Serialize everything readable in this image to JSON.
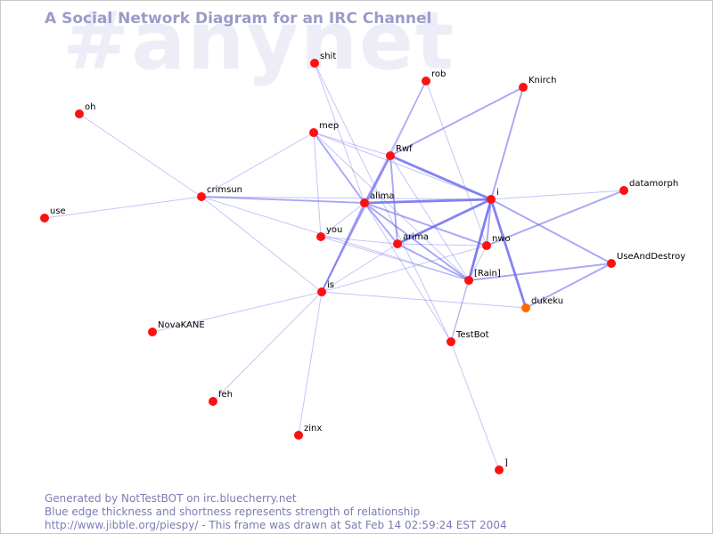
{
  "title": "A Social Network Diagram for an IRC Channel",
  "watermark": "#anynet",
  "colors": {
    "edge": "#6d6df0",
    "node": "#ff1010",
    "node_highlight": "#ff6a00",
    "title": "#9b9bc8",
    "watermark": "#ededf8",
    "footer": "#7c7cb4"
  },
  "footer": {
    "line1": "Generated by NotTestBOT on irc.bluecherry.net",
    "line2": "Blue edge thickness and shortness represents strength of relationship",
    "line3": "http://www.jibble.org/piespy/ - This frame was drawn at Sat Feb 14 02:59:24 EST 2004"
  },
  "nodes": [
    {
      "id": "shit",
      "label": "shit"
    },
    {
      "id": "rob",
      "label": "rob"
    },
    {
      "id": "Knirch",
      "label": "Knirch"
    },
    {
      "id": "oh",
      "label": "oh"
    },
    {
      "id": "mep",
      "label": "mep"
    },
    {
      "id": "Rwf",
      "label": "Rwf"
    },
    {
      "id": "datamorph",
      "label": "datamorph"
    },
    {
      "id": "crimsun",
      "label": "crimsun"
    },
    {
      "id": "alima",
      "label": "alima"
    },
    {
      "id": "i",
      "label": "i"
    },
    {
      "id": "use",
      "label": "use"
    },
    {
      "id": "you",
      "label": "you"
    },
    {
      "id": "arima",
      "label": "arima"
    },
    {
      "id": "nwo",
      "label": "nwo"
    },
    {
      "id": "UseAndDestroy",
      "label": "UseAndDestroy"
    },
    {
      "id": "Rain",
      "label": "[Rain]"
    },
    {
      "id": "is",
      "label": "is"
    },
    {
      "id": "dukeku",
      "label": "dukeku",
      "highlight": true
    },
    {
      "id": "NovaKANE",
      "label": "NovaKANE"
    },
    {
      "id": "TestBot",
      "label": "TestBot"
    },
    {
      "id": "feh",
      "label": "feh"
    },
    {
      "id": "zinx",
      "label": "zinx"
    },
    {
      "id": "J",
      "label": "]"
    }
  ],
  "edges": [
    {
      "source": "oh",
      "target": "crimsun",
      "weight": 1
    },
    {
      "source": "use",
      "target": "crimsun",
      "weight": 1
    },
    {
      "source": "crimsun",
      "target": "mep",
      "weight": 1
    },
    {
      "source": "crimsun",
      "target": "alima",
      "weight": 2
    },
    {
      "source": "crimsun",
      "target": "is",
      "weight": 1
    },
    {
      "source": "crimsun",
      "target": "Rain",
      "weight": 1
    },
    {
      "source": "crimsun",
      "target": "i",
      "weight": 1
    },
    {
      "source": "shit",
      "target": "alima",
      "weight": 1
    },
    {
      "source": "shit",
      "target": "TestBot",
      "weight": 1
    },
    {
      "source": "rob",
      "target": "alima",
      "weight": 1
    },
    {
      "source": "rob",
      "target": "Rwf",
      "weight": 1
    },
    {
      "source": "rob",
      "target": "is",
      "weight": 1
    },
    {
      "source": "rob",
      "target": "nwo",
      "weight": 1
    },
    {
      "source": "Knirch",
      "target": "Rwf",
      "weight": 2
    },
    {
      "source": "Knirch",
      "target": "i",
      "weight": 2
    },
    {
      "source": "mep",
      "target": "you",
      "weight": 1
    },
    {
      "source": "mep",
      "target": "Rwf",
      "weight": 1
    },
    {
      "source": "mep",
      "target": "alima",
      "weight": 2
    },
    {
      "source": "mep",
      "target": "i",
      "weight": 1
    },
    {
      "source": "mep",
      "target": "Rain",
      "weight": 1
    },
    {
      "source": "Rwf",
      "target": "alima",
      "weight": 2
    },
    {
      "source": "Rwf",
      "target": "arima",
      "weight": 2
    },
    {
      "source": "Rwf",
      "target": "i",
      "weight": 3
    },
    {
      "source": "Rwf",
      "target": "is",
      "weight": 2
    },
    {
      "source": "Rwf",
      "target": "Rain",
      "weight": 1
    },
    {
      "source": "alima",
      "target": "i",
      "weight": 3
    },
    {
      "source": "alima",
      "target": "arima",
      "weight": 2
    },
    {
      "source": "alima",
      "target": "nwo",
      "weight": 2
    },
    {
      "source": "alima",
      "target": "Rain",
      "weight": 2
    },
    {
      "source": "alima",
      "target": "is",
      "weight": 2
    },
    {
      "source": "alima",
      "target": "you",
      "weight": 1
    },
    {
      "source": "alima",
      "target": "TestBot",
      "weight": 1
    },
    {
      "source": "i",
      "target": "arima",
      "weight": 3
    },
    {
      "source": "i",
      "target": "nwo",
      "weight": 2
    },
    {
      "source": "i",
      "target": "Rain",
      "weight": 3
    },
    {
      "source": "i",
      "target": "dukeku",
      "weight": 3
    },
    {
      "source": "i",
      "target": "UseAndDestroy",
      "weight": 2
    },
    {
      "source": "i",
      "target": "datamorph",
      "weight": 1
    },
    {
      "source": "i",
      "target": "TestBot",
      "weight": 1
    },
    {
      "source": "datamorph",
      "target": "nwo",
      "weight": 2
    },
    {
      "source": "you",
      "target": "arima",
      "weight": 1
    },
    {
      "source": "you",
      "target": "Rain",
      "weight": 1
    },
    {
      "source": "arima",
      "target": "Rain",
      "weight": 2
    },
    {
      "source": "arima",
      "target": "nwo",
      "weight": 1
    },
    {
      "source": "arima",
      "target": "is",
      "weight": 1
    },
    {
      "source": "nwo",
      "target": "is",
      "weight": 1
    },
    {
      "source": "nwo",
      "target": "Rain",
      "weight": 1
    },
    {
      "source": "Rain",
      "target": "UseAndDestroy",
      "weight": 2
    },
    {
      "source": "Rain",
      "target": "TestBot",
      "weight": 1
    },
    {
      "source": "UseAndDestroy",
      "target": "dukeku",
      "weight": 2
    },
    {
      "source": "is",
      "target": "dukeku",
      "weight": 1
    },
    {
      "source": "is",
      "target": "NovaKANE",
      "weight": 1
    },
    {
      "source": "is",
      "target": "feh",
      "weight": 1
    },
    {
      "source": "is",
      "target": "zinx",
      "weight": 1
    },
    {
      "source": "TestBot",
      "target": "J",
      "weight": 1
    }
  ]
}
